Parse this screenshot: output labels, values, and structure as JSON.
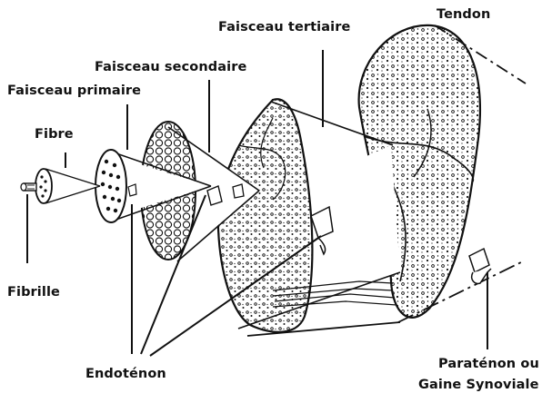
{
  "labels": {
    "tendon": "Tendon",
    "faisceau_tertiaire": "Faisceau tertiaire",
    "faisceau_secondaire": "Faisceau secondaire",
    "faisceau_primaire": "Faisceau primaire",
    "fibre": "Fibre",
    "fibrille": "Fibrille",
    "endotenon": "Endoténon",
    "paratenon_line1": "Paraténon ou",
    "paratenon_line2": "Gaine Synoviale"
  },
  "colors": {
    "ink": "#111111",
    "background": "#ffffff"
  }
}
